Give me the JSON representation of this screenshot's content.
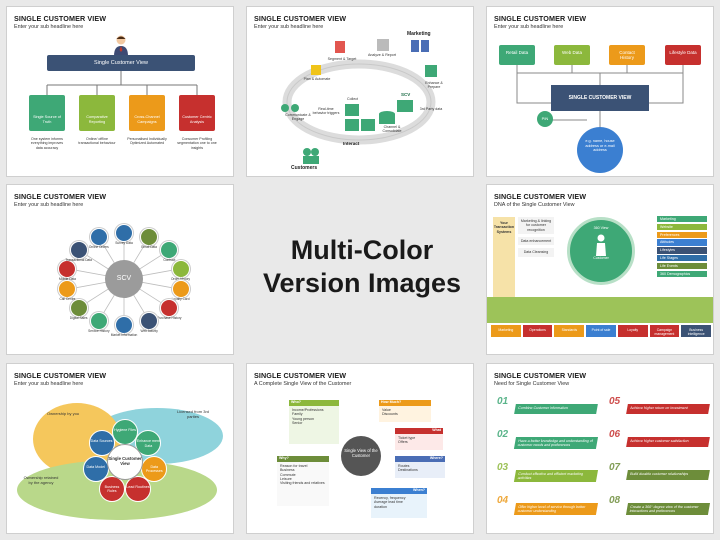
{
  "center": {
    "line1": "Multi-Color",
    "line2": "Version Images"
  },
  "slides": [
    {
      "title": "SINGLE CUSTOMER VIEW",
      "subtitle": "Enter your sub headline here",
      "banner": "Single Customer View",
      "cards": [
        {
          "title": "Single Source of Truth",
          "desc": "One system informs everything improves data accuracy"
        },
        {
          "title": "Comparative Reporting",
          "desc": "Online/ offline transactional behaviour"
        },
        {
          "title": "Cross-Channel Campaigns",
          "desc": "Personalised Individually Optimized Automated"
        },
        {
          "title": "Customer Centric Analysis",
          "desc": "Consumer Profiling segmentation one to one insights"
        }
      ]
    },
    {
      "title": "SINGLE CUSTOMER VIEW",
      "subtitle": "Enter your sub headline here",
      "labels": [
        "Segment & Target",
        "Analyze & Report",
        "Marketing",
        "Plan & Automate",
        "Enhance & Prepare",
        "Real-time behavior triggers",
        "Communicate & Engage",
        "Collect",
        "SCV",
        "3rd Party data",
        "Channel & Consolidate",
        "Interact",
        "Customers"
      ]
    },
    {
      "title": "SINGLE CUSTOMER VIEW",
      "subtitle": "Enter your sub headline here",
      "sources": [
        "Retail Data",
        "Web Data",
        "Contact History",
        "Lifestyle Data"
      ],
      "hub": "SINGLE CUSTOMER VIEW",
      "pin": "PIN",
      "note": "e.g. name, house address or e-mail address"
    },
    {
      "title": "SINGLE CUSTOMER VIEW",
      "subtitle": "Enter your sub headline here",
      "hub": "SCV",
      "spokes": [
        "Survey Data",
        "Email Data",
        "Contract",
        "Order History",
        "Loyalty Card",
        "Purchase History",
        "Web Activity",
        "Market Information",
        "Service History",
        "Digital Sales",
        "Call Centre",
        "Mobile Data",
        "Transactional Data",
        "Online Orders"
      ]
    },
    {
      "title": "SINGLE CUSTOMER VIEW",
      "subtitle": "DNA of the Single Customer View",
      "left_box": "Your Transaction Systems",
      "mid_items": [
        "Marketing & linking for customer recognition",
        "Data enhancement",
        "Data Cleansing"
      ],
      "circle_top": "360 View",
      "circle_bottom": "Customer",
      "right_items": [
        "Marketing",
        "Website",
        "Preferences",
        "Attitudes",
        "Lifestyles",
        "Life Stages",
        "Life Events",
        "360 Demographics"
      ],
      "bottom_items": [
        "Marketing",
        "Operations",
        "Standards",
        "Point of sale",
        "Loyalty",
        "Campaign management",
        "Business intelligence"
      ]
    },
    {
      "title": "SINGLE CUSTOMER VIEW",
      "subtitle": "Enter your sub headline here",
      "hub": "Single Customer View",
      "ownership_top": "Ownership by you",
      "ownership_bottom": "Ownership retained by the agency",
      "licensed": "Licensed from 3rd parties",
      "petals": [
        "Hygiene Files",
        "Enhance ment Data",
        "Data Processes",
        "Lead Routines",
        "Business Rules",
        "Data Model",
        "Data Sources"
      ]
    },
    {
      "title": "SINGLE CUSTOMER VIEW",
      "subtitle": "A Complete Single View of the Customer",
      "hub": "Single View of the Customer",
      "who": {
        "label": "Who?",
        "items": [
          "Income/Professions",
          "Family",
          "Young person",
          "Senior"
        ]
      },
      "why": {
        "label": "Why?",
        "items": [
          "Reason for travel",
          "Business",
          "Commute",
          "Leisure",
          "Visiting friends and relatives"
        ]
      },
      "howmuch": {
        "label": "How Much?",
        "items": [
          "Value",
          "Discounts"
        ]
      },
      "what": {
        "label": "What",
        "items": [
          "Ticket type",
          "Offers"
        ]
      },
      "where": {
        "label": "Where?",
        "items": [
          "Routes",
          "Destinations"
        ]
      },
      "when": {
        "label": "When?",
        "items": [
          "Recency, frequency",
          "Average lead time",
          "duration"
        ]
      }
    },
    {
      "title": "SINGLE CUSTOMER VIEW",
      "subtitle": "Need for Single Customer View",
      "items": [
        {
          "num": "01",
          "text": "Combine Customer information"
        },
        {
          "num": "02",
          "text": "Have a better knowledge and understanding of customer needs and preferences"
        },
        {
          "num": "03",
          "text": "Conduct effective and efficient marketing activities"
        },
        {
          "num": "04",
          "text": "Offer higher level of service through better customer understanding"
        },
        {
          "num": "05",
          "text": "Achieve higher return on investment"
        },
        {
          "num": "06",
          "text": "Achieve higher customer satisfaction"
        },
        {
          "num": "07",
          "text": "Build durable customer relationships"
        },
        {
          "num": "08",
          "text": "Create a 360° degree view of the customer interactions and preferences"
        }
      ]
    }
  ]
}
